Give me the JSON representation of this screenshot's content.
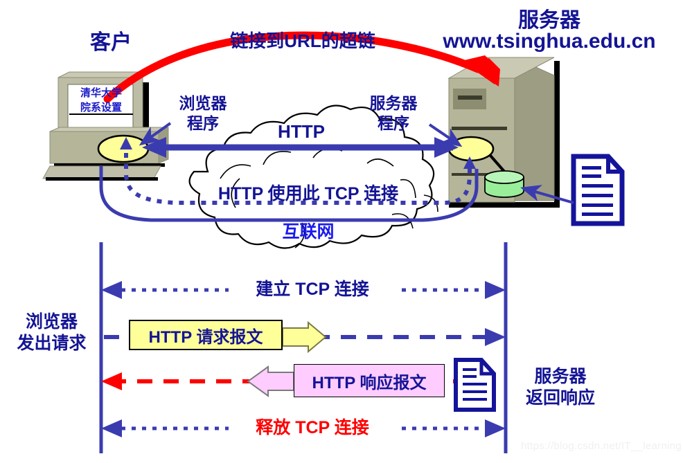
{
  "diagram": {
    "title_client": "客户",
    "title_server_line1": "服务器",
    "title_server_line2": "www.tsinghua.edu.cn",
    "hyperlink_label": "链接到URL的超链",
    "browser_program_line1": "浏览器",
    "browser_program_line2": "程序",
    "server_program_line1": "服务器",
    "server_program_line2": "程序",
    "http_label": "HTTP",
    "cloud_line1": "HTTP 使用此 TCP 连接",
    "cloud_line2": "互联网",
    "screen_line1": "清华大学",
    "screen_line2": "院系设置",
    "watermark": "https://blog.csdn.net/IT__learning"
  },
  "sequence": {
    "left_actor_line1": "浏览器",
    "left_actor_line2": "发出请求",
    "right_actor_line1": "服务器",
    "right_actor_line2": "返回响应",
    "step_establish": "建立 TCP 连接",
    "step_release": "释放 TCP 连接",
    "request_message": "HTTP 请求报文",
    "response_message": "HTTP 响应报文"
  },
  "icons": {
    "client_monitor": "desktop-computer-icon",
    "server_tower": "server-tower-icon",
    "internet_cloud": "cloud-icon",
    "document_server": "document-icon",
    "document_response": "document-icon",
    "database_disk": "database-disk-icon",
    "browser_process": "process-ellipse-icon",
    "server_process": "process-ellipse-icon",
    "hyperlink_arrow": "red-curved-arrow-icon",
    "http_arrow": "double-headed-arrow-icon"
  },
  "colors": {
    "navy": "#141495",
    "blue_text": "#1a1aaa",
    "red": "#ff0000",
    "request_fill": "#ffff99",
    "response_fill": "#ffccff",
    "machine_body": "#b5b59a",
    "machine_light": "#c5c5ae",
    "disk_green": "#99ee99",
    "process_yellow": "#ffff99",
    "lifeline": "#3b3bb0"
  }
}
